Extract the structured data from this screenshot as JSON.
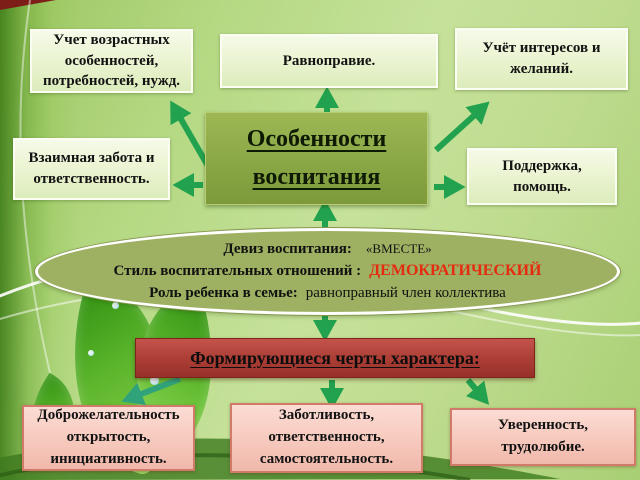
{
  "title": "Особенности воспитания",
  "nodes": {
    "top_left": "Учет возрастных особенностей, потребностей, нужд.",
    "top_center": "Равноправие.",
    "top_right": "Учёт интересов и желаний.",
    "mid_left": "Взаимная забота и ответственность.",
    "mid_right": "Поддержка, помощь."
  },
  "motto": {
    "line1_label": "Девиз воспитания:",
    "line1_value": "«ВМЕСТЕ»",
    "line2_label": "Стиль воспитательных отношений :",
    "line2_value": "ДЕМОКРАТИЧЕСКИЙ",
    "line3_label": "Роль ребенка в семье:",
    "line3_value": "равноправный член коллектива"
  },
  "traits_header": "Формирующиеся черты характера:",
  "traits": [
    "Доброжелательность открытость, инициативность.",
    "Заботливость, ответственность, самостоятельность.",
    "Уверенность, трудолюбие."
  ],
  "colors": {
    "arrow_green": "#22a24f",
    "arrow_teal": "#31a37b",
    "accent_red_text": "#e52b10",
    "header_red_bg": "#ab3d35",
    "center_box_green": "#8aa746",
    "ellipse_green": "#9eb162",
    "light_box_bg": "#e9f3cf",
    "pink_box_bg": "#f6c7bb",
    "background_green": "#b4d882"
  }
}
